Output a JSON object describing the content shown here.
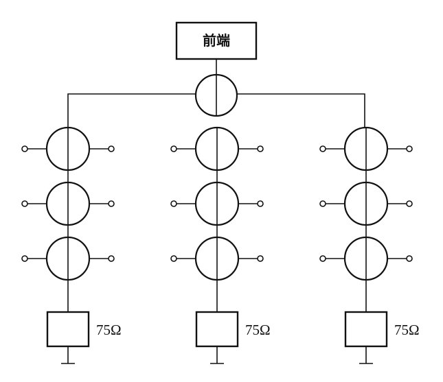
{
  "headend": {
    "label": "前端"
  },
  "branches": [
    {
      "taps": 3,
      "terminator": "75Ω"
    },
    {
      "taps": 3,
      "terminator": "75Ω"
    },
    {
      "taps": 3,
      "terminator": "75Ω"
    }
  ]
}
